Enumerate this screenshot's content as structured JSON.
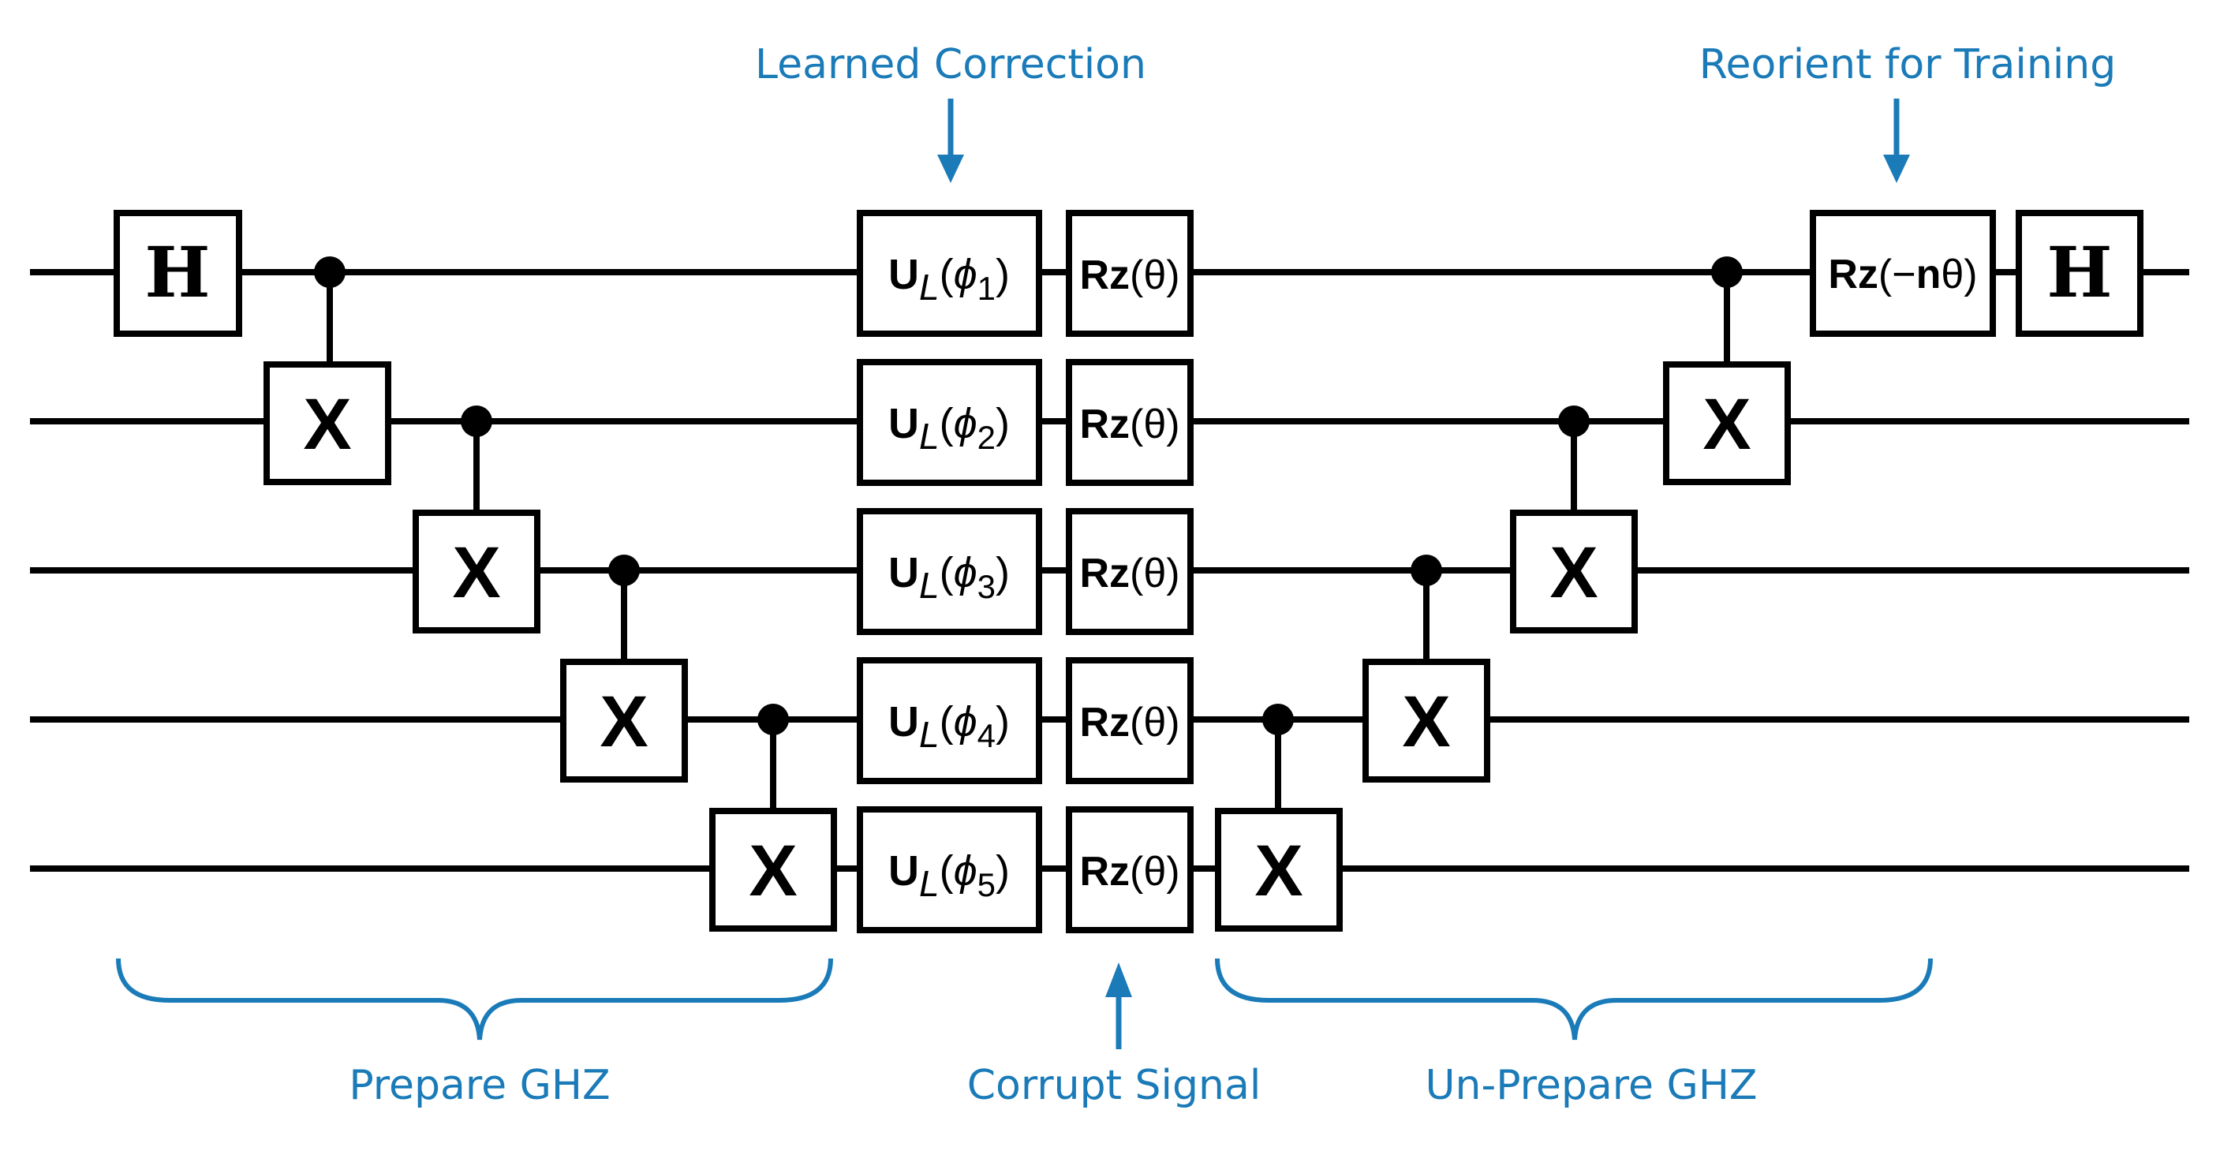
{
  "qubit_count": 5,
  "gate_labels": {
    "hadamard": "H",
    "not": "X"
  },
  "learned_unitaries": [
    {
      "base": "U",
      "sub": "L",
      "open": "(",
      "phi": "ϕ",
      "index": "1",
      "close": ")"
    },
    {
      "base": "U",
      "sub": "L",
      "open": "(",
      "phi": "ϕ",
      "index": "2",
      "close": ")"
    },
    {
      "base": "U",
      "sub": "L",
      "open": "(",
      "phi": "ϕ",
      "index": "3",
      "close": ")"
    },
    {
      "base": "U",
      "sub": "L",
      "open": "(",
      "phi": "ϕ",
      "index": "4",
      "close": ")"
    },
    {
      "base": "U",
      "sub": "L",
      "open": "(",
      "phi": "ϕ",
      "index": "5",
      "close": ")"
    }
  ],
  "signal_gate": {
    "name": "Rz",
    "arg": "(θ)"
  },
  "reorient_gate": {
    "name": "Rz",
    "arg_open": "(−",
    "n": "n",
    "theta": "θ",
    "arg_close": ")"
  },
  "annotations": {
    "learned_correction": "Learned Correction",
    "reorient_for_training": "Reorient for Training",
    "prepare_ghz": "Prepare GHZ",
    "corrupt_signal": "Corrupt Signal",
    "unprepare_ghz": "Un-Prepare GHZ"
  },
  "colors": {
    "annotation": "#1a7bb8",
    "gate_stroke": "#000000"
  }
}
